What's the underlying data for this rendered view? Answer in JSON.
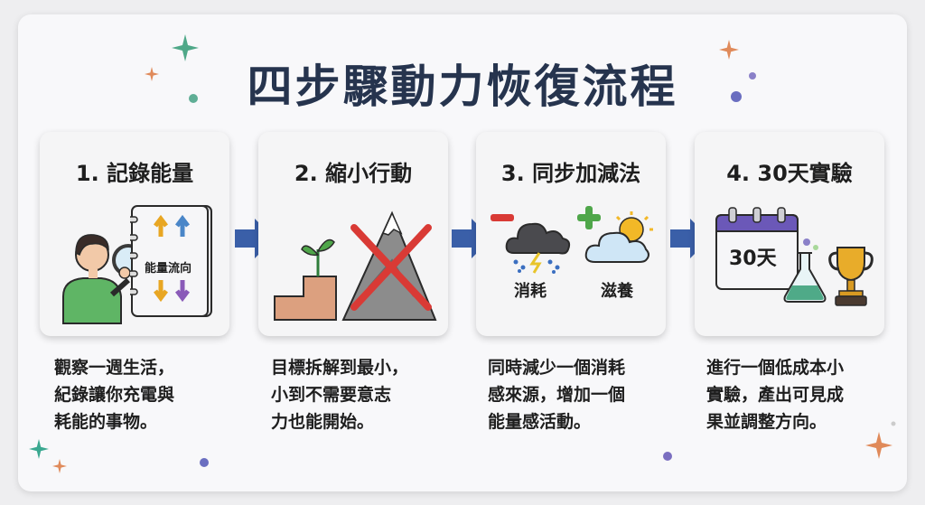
{
  "title": "四步驟動力恢復流程",
  "steps": [
    {
      "title": "1. 記錄能量",
      "book_label": "能量流向",
      "desc": [
        "觀察一週生活，",
        "紀錄讓你充電與",
        "耗能的事物。"
      ]
    },
    {
      "title": "2. 縮小行動",
      "desc": [
        "目標拆解到最小，",
        "小到不需要意志",
        "力也能開始。"
      ]
    },
    {
      "title": "3. 同步加減法",
      "minus_label": "消耗",
      "plus_label": "滋養",
      "desc": [
        "同時減少一個消耗",
        "感來源，增加一個",
        "能量感活動。"
      ]
    },
    {
      "title": "4. 30天實驗",
      "calendar_label": "30天",
      "desc": [
        "進行一個低成本小",
        "實驗，產出可見成",
        "果並調整方向。"
      ]
    }
  ],
  "colors": {
    "title": "#26344e",
    "arrow": "#3a5fa8",
    "cross": "#d93a35",
    "minus": "#d93a35",
    "plus": "#4fa64a"
  },
  "icons": [
    "person-with-magnifier-icon",
    "energy-journal-icon",
    "stairs-sprout-icon",
    "crossed-mountain-icon",
    "storm-cloud-icon",
    "sunny-cloud-icon",
    "calendar-icon",
    "flask-icon",
    "trophy-icon"
  ]
}
